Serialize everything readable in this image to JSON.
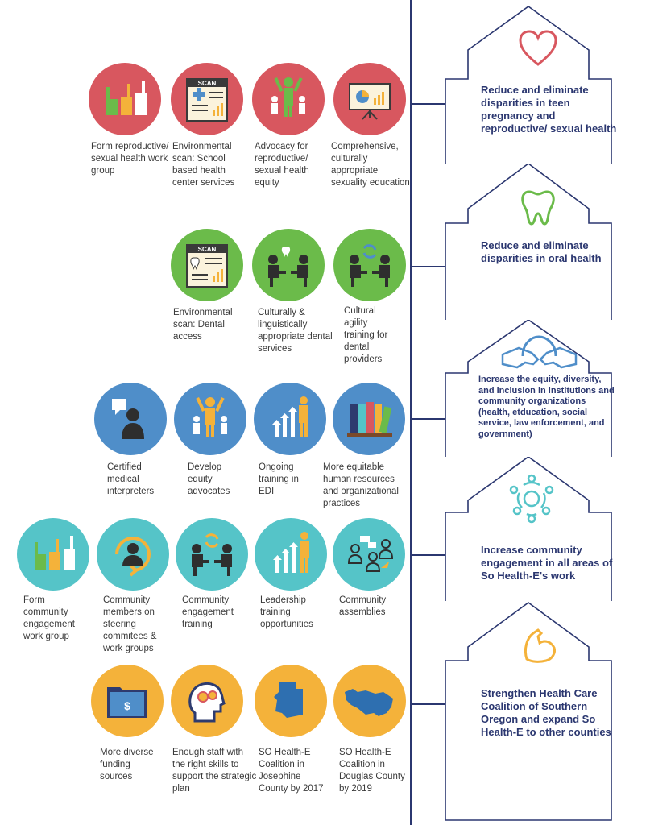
{
  "rows": [
    {
      "color": "#d8575f",
      "items": [
        {
          "icon": "raised-hands-icon",
          "label": "Form reproductive/ sexual health work group"
        },
        {
          "icon": "scan-clipboard-icon",
          "scan_text": "SCAN",
          "label": "Environmental scan: School based health center services"
        },
        {
          "icon": "advocacy-people-icon",
          "label": "Advocacy for reproductive/ sexual health equity"
        },
        {
          "icon": "presentation-board-icon",
          "label": "Comprehensive, culturally appropriate sexuality education"
        }
      ]
    },
    {
      "color": "#6bbb4a",
      "items": [
        {
          "icon": "dental-scan-icon",
          "scan_text": "SCAN",
          "label": "Environmental scan: Dental access"
        },
        {
          "icon": "dental-conversation-icon",
          "label": "Culturally & linguistically appropriate dental services"
        },
        {
          "icon": "training-conversation-icon",
          "label": "Cultural agility training for dental providers"
        }
      ]
    },
    {
      "color": "#4f8ec9",
      "items": [
        {
          "icon": "interpreter-icon",
          "label": "Certified medical interpreters"
        },
        {
          "icon": "advocates-people-icon",
          "label": "Develop equity advocates"
        },
        {
          "icon": "growth-arrows-icon",
          "label": "Ongoing training in EDI"
        },
        {
          "icon": "binders-icon",
          "label": "More equitable human resources and organizational practices"
        }
      ]
    },
    {
      "color": "#55c4c8",
      "items": [
        {
          "icon": "raised-hands-icon",
          "label": "Form community engagement work group"
        },
        {
          "icon": "member-cycle-icon",
          "label": "Community members on steering commitees & work groups"
        },
        {
          "icon": "engagement-training-icon",
          "label": "Community engagement training"
        },
        {
          "icon": "leadership-growth-icon",
          "label": "Leadership training opportunities"
        },
        {
          "icon": "assembly-icon",
          "label": "Community assemblies"
        }
      ]
    },
    {
      "color": "#f4b23a",
      "items": [
        {
          "icon": "funding-folder-icon",
          "label": "More diverse funding sources"
        },
        {
          "icon": "head-gears-icon",
          "label": "Enough staff with the right skills to support the strategic plan"
        },
        {
          "icon": "josephine-county-map-icon",
          "label": "SO Health-E Coalition in Josephine County by 2017"
        },
        {
          "icon": "douglas-county-map-icon",
          "label": "SO Health-E Coalition in Douglas County by 2019"
        }
      ]
    }
  ],
  "goals": [
    {
      "icon": "heart-icon",
      "color": "#d8575f",
      "text": "Reduce and eliminate disparities in teen pregnancy and reproductive/ sexual health"
    },
    {
      "icon": "tooth-icon",
      "color": "#6bbb4a",
      "text": "Reduce and eliminate disparities in oral health"
    },
    {
      "icon": "handshake-icon",
      "color": "#4f8ec9",
      "text": "Increase the equity, diversity, and inclusion in institutions and community organizations (health, etducation, social service, law enforcement, and government)"
    },
    {
      "icon": "community-circle-icon",
      "color": "#55c4c8",
      "text": "Increase community engagement in all areas of So Health-E's work"
    },
    {
      "icon": "flexed-arm-icon",
      "color": "#f4b23a",
      "text": "Strengthen Health Care Coalition of Southern Oregon and expand  So Health-E to other counties"
    }
  ]
}
